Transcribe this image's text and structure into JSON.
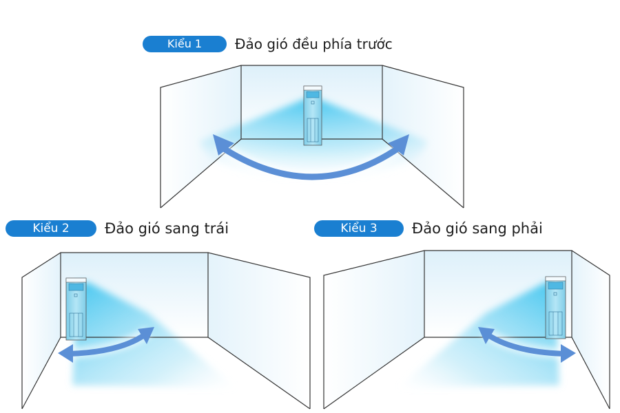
{
  "modes": [
    {
      "label": "Kiểu 1",
      "description": "Đảo gió đều phía trước"
    },
    {
      "label": "Kiểu 2",
      "description": "Đảo gió sang trái"
    },
    {
      "label": "Kiểu 3",
      "description": "Đảo gió sang phải"
    }
  ],
  "colors": {
    "pill": "#1a7fd1",
    "arrow": "#5b8fd6",
    "airflow": "#6fd3f2",
    "unit_body": "#9fdcf2",
    "room_line": "#333333"
  },
  "icons": [
    "air-conditioner-icon",
    "swing-arrow-icon"
  ]
}
